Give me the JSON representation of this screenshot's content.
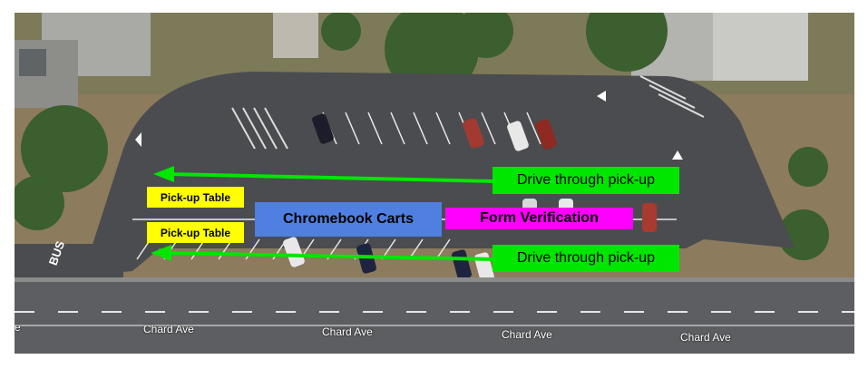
{
  "annotations": {
    "pickup_table_1": "Pick-up Table",
    "pickup_table_2": "Pick-up Table",
    "chromebook_carts": "Chromebook Carts",
    "form_verification": "Form Verification",
    "drive_through_top": "Drive through pick-up",
    "drive_through_bottom": "Drive through pick-up"
  },
  "streets": {
    "street_1": "Chard Ave",
    "street_2": "Chard Ave",
    "street_3": "Chard Ave",
    "street_4": "Chard Ave",
    "street_partial": "e"
  },
  "pavement_marking": "BUS",
  "colors": {
    "pickup_table_bg": "#ffff00",
    "chromebook_bg": "#4f7fe0",
    "form_verification_bg": "#ff00ff",
    "drive_through_bg": "#00e600",
    "arrow_color": "#00e600"
  }
}
